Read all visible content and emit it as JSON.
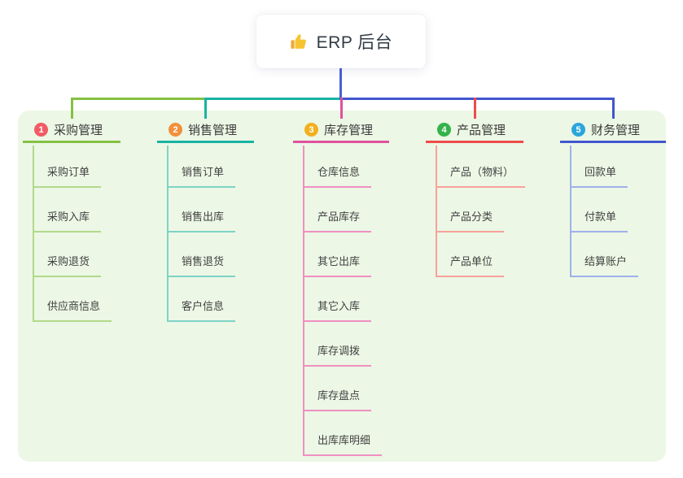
{
  "root": {
    "label": "ERP 后台",
    "icon": "thumbs-up-icon"
  },
  "branches": [
    {
      "num": "1",
      "label": "采购管理",
      "badge_color": "#f05b65",
      "line_color": "#85c043",
      "child_line_color": "#b2d989",
      "children": [
        "采购订单",
        "采购入库",
        "采购退货",
        "供应商信息"
      ]
    },
    {
      "num": "2",
      "label": "销售管理",
      "badge_color": "#f2903d",
      "line_color": "#17b3a3",
      "child_line_color": "#7ed3c6",
      "children": [
        "销售订单",
        "销售出库",
        "销售退货",
        "客户信息"
      ]
    },
    {
      "num": "3",
      "label": "库存管理",
      "badge_color": "#f2b01e",
      "line_color": "#e0519d",
      "child_line_color": "#f08fc1",
      "children": [
        "仓库信息",
        "产品库存",
        "其它出库",
        "其它入库",
        "库存调拨",
        "库存盘点",
        "出库库明细"
      ]
    },
    {
      "num": "4",
      "label": "产品管理",
      "badge_color": "#34b34a",
      "line_color": "#ef4b4b",
      "child_line_color": "#f8a19c",
      "children": [
        "产品（物料）",
        "产品分类",
        "产品单位"
      ]
    },
    {
      "num": "5",
      "label": "财务管理",
      "badge_color": "#2ba6dc",
      "line_color": "#4156cf",
      "child_line_color": "#9fb1ea",
      "children": [
        "回款单",
        "付款单",
        "结算账户"
      ]
    }
  ],
  "colors": {
    "panel_bg": "#ecf7e5",
    "root_connector": "#4a5fd6",
    "rail_left": "#85c043",
    "rail_mid": "#17b3a3",
    "rail_right": "#4a5fd6"
  }
}
